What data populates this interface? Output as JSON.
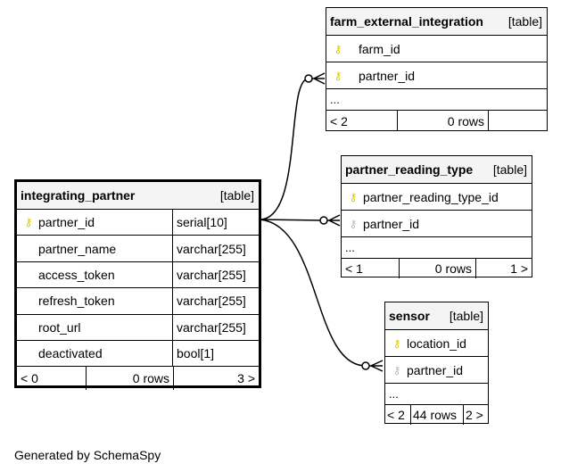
{
  "generated_by": "Generated by SchemaSpy",
  "key_icon": "key-icon",
  "tables": {
    "integrating_partner": {
      "name": "integrating_partner",
      "tag": "[table]",
      "columns": [
        {
          "name": "partner_id",
          "type": "serial[10]",
          "key": "primary"
        },
        {
          "name": "partner_name",
          "type": "varchar[255]",
          "key": "none"
        },
        {
          "name": "access_token",
          "type": "varchar[255]",
          "key": "none"
        },
        {
          "name": "refresh_token",
          "type": "varchar[255]",
          "key": "none"
        },
        {
          "name": "root_url",
          "type": "varchar[255]",
          "key": "none"
        },
        {
          "name": "deactivated",
          "type": "bool[1]",
          "key": "none"
        }
      ],
      "footer": {
        "parents": "< 0",
        "rows": "0 rows",
        "children": "3 >"
      }
    },
    "farm_external_integration": {
      "name": "farm_external_integration",
      "tag": "[table]",
      "columns": [
        {
          "name": "farm_id",
          "key": "primary"
        },
        {
          "name": "partner_id",
          "key": "primary"
        }
      ],
      "ellipsis": "...",
      "footer": {
        "parents": "< 2",
        "rows": "0 rows",
        "children": ""
      }
    },
    "partner_reading_type": {
      "name": "partner_reading_type",
      "tag": "[table]",
      "columns": [
        {
          "name": "partner_reading_type_id",
          "key": "primary"
        },
        {
          "name": "partner_id",
          "key": "foreign"
        }
      ],
      "ellipsis": "...",
      "footer": {
        "parents": "< 1",
        "rows": "0 rows",
        "children": "1 >"
      }
    },
    "sensor": {
      "name": "sensor",
      "tag": "[table]",
      "columns": [
        {
          "name": "location_id",
          "key": "primary"
        },
        {
          "name": "partner_id",
          "key": "foreign"
        }
      ],
      "ellipsis": "...",
      "footer": {
        "parents": "< 2",
        "rows": "44 rows",
        "children": "2 >"
      }
    }
  },
  "relationships": [
    {
      "from": "integrating_partner.partner_id",
      "to": "farm_external_integration.partner_id"
    },
    {
      "from": "integrating_partner.partner_id",
      "to": "partner_reading_type.partner_id"
    },
    {
      "from": "integrating_partner.partner_id",
      "to": "sensor.partner_id"
    }
  ]
}
